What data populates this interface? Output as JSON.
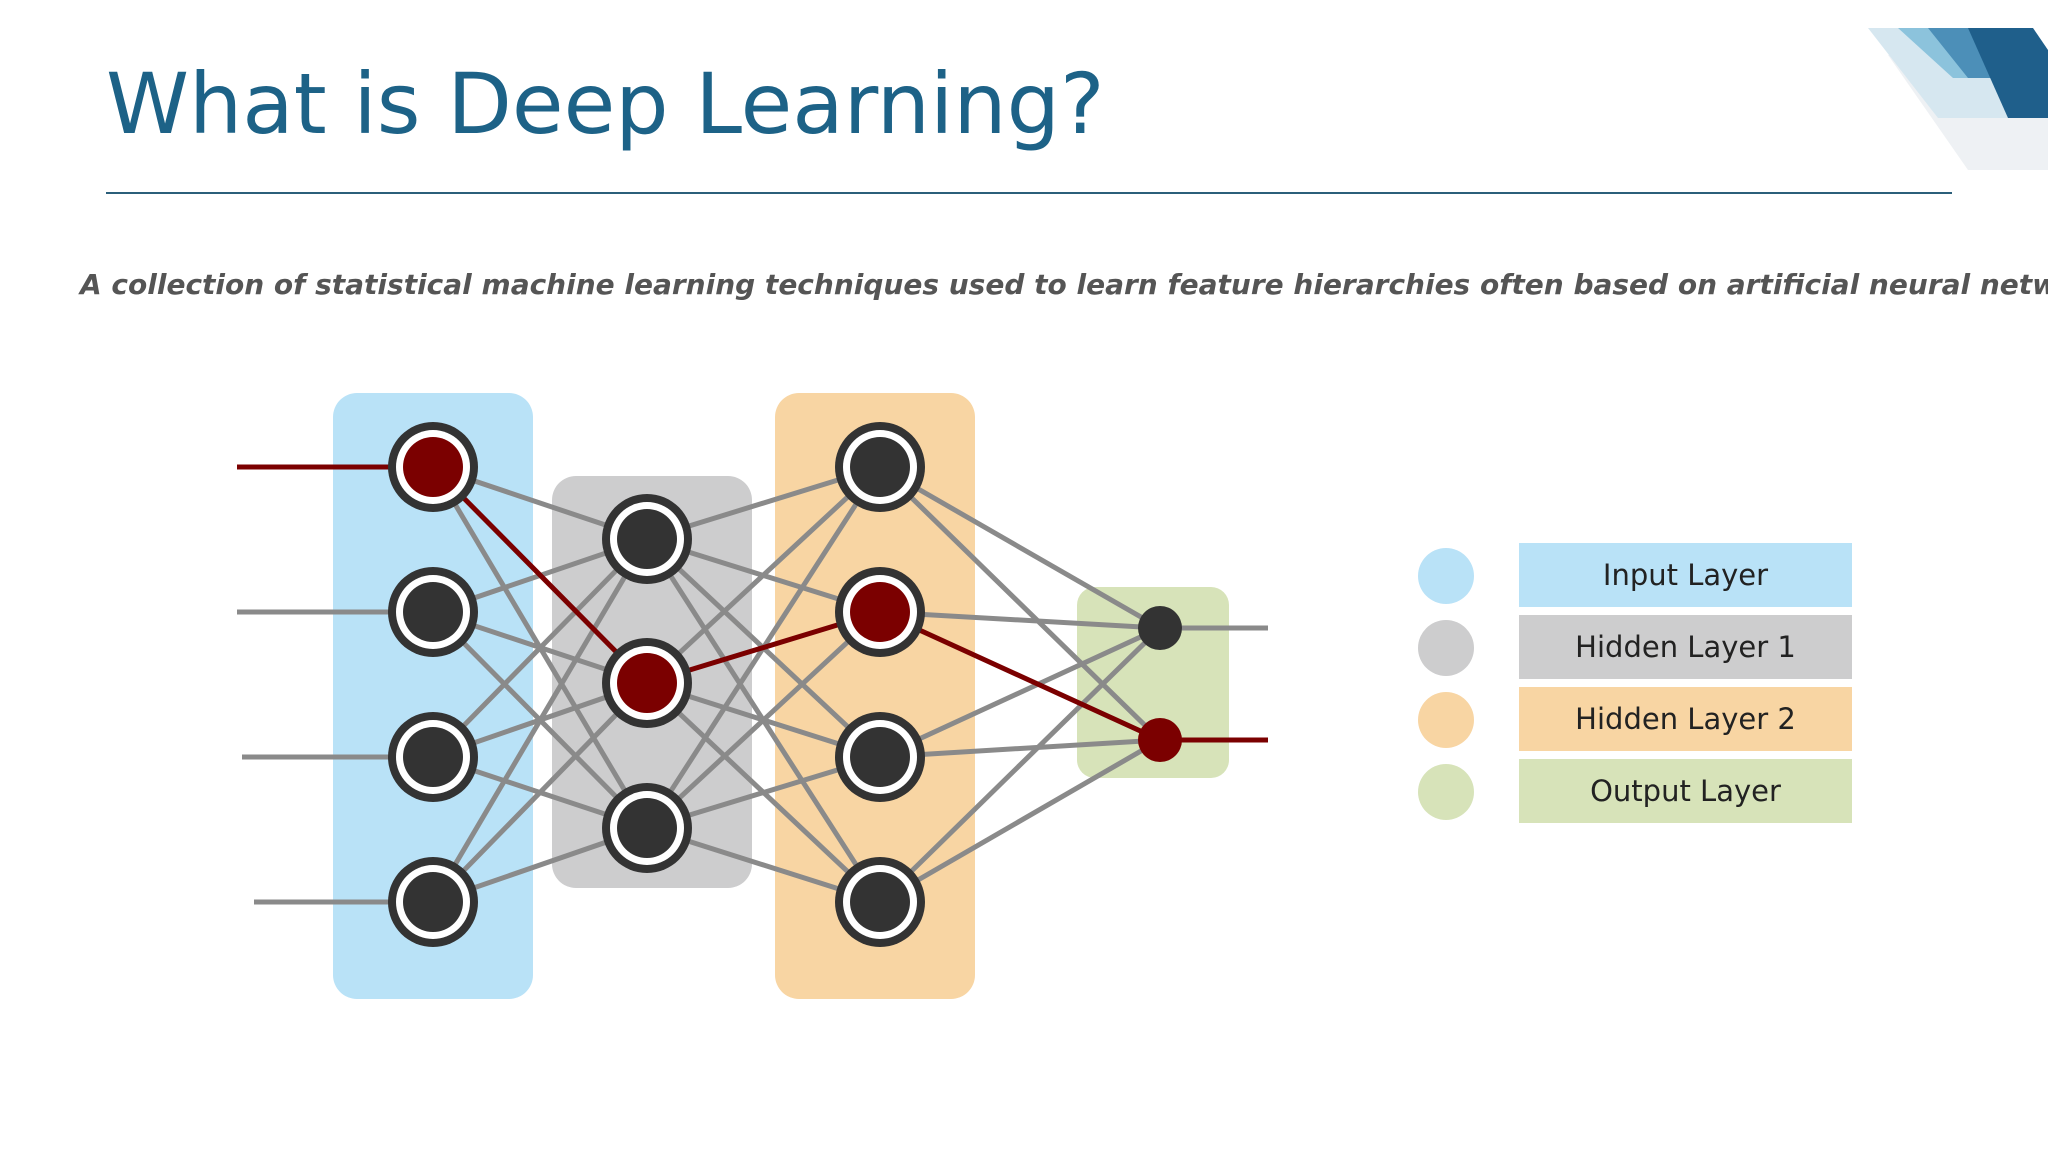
{
  "slide": {
    "title": "What is Deep Learning?",
    "subtitle": "A collection of statistical machine learning techniques used to learn feature hierarchies often based on artificial neural networks"
  },
  "colors": {
    "title": "#1d6287",
    "input": "#b9e2f7",
    "hidden1": "#cdcdce",
    "hidden2": "#f8d5a3",
    "output": "#d7e3b9",
    "active": "#7b0000",
    "node": "#333333",
    "edge": "#8a8a8a"
  },
  "legend": [
    {
      "label": "Input Layer",
      "color": "#b9e2f7"
    },
    {
      "label": "Hidden Layer 1",
      "color": "#cdcdce"
    },
    {
      "label": "Hidden Layer 2",
      "color": "#f8d5a3"
    },
    {
      "label": "Output Layer",
      "color": "#d7e3b9"
    }
  ],
  "network": {
    "layers": [
      {
        "name": "input",
        "nodes": 4,
        "active": [
          0
        ]
      },
      {
        "name": "hidden1",
        "nodes": 3,
        "active": [
          1
        ]
      },
      {
        "name": "hidden2",
        "nodes": 4,
        "active": [
          1
        ]
      },
      {
        "name": "output",
        "nodes": 2,
        "active": [
          1
        ]
      }
    ],
    "active_path": [
      0,
      1,
      1,
      1
    ]
  }
}
